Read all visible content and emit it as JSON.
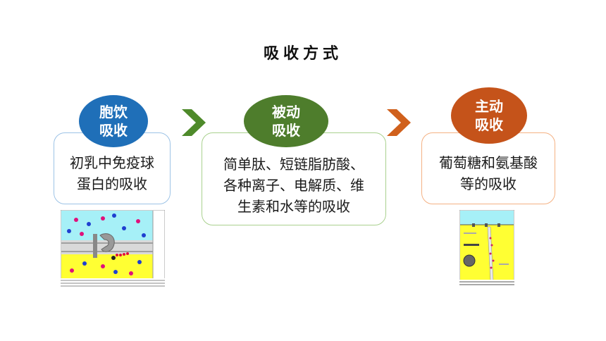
{
  "title": "吸收方式",
  "colors": {
    "blue": "#1f6fb8",
    "green": "#4e7d2c",
    "orange": "#c5531a",
    "chevron_green": "#4e8a2a",
    "chevron_orange": "#d0601c"
  },
  "items": [
    {
      "label_line1": "胞饮",
      "label_line2": "吸收",
      "desc_line1": "初乳中免疫球",
      "desc_line2": "蛋白的吸收"
    },
    {
      "label_line1": "被动",
      "label_line2": "吸收",
      "desc_line1": "简单肽、短链脂肪酸、",
      "desc_line2": "各种离子、电解质、维",
      "desc_line3": "生素和水等的吸收"
    },
    {
      "label_line1": "主动",
      "label_line2": "吸收",
      "desc_line1": "葡萄糖和氨基酸",
      "desc_line2": "等的吸收"
    }
  ]
}
